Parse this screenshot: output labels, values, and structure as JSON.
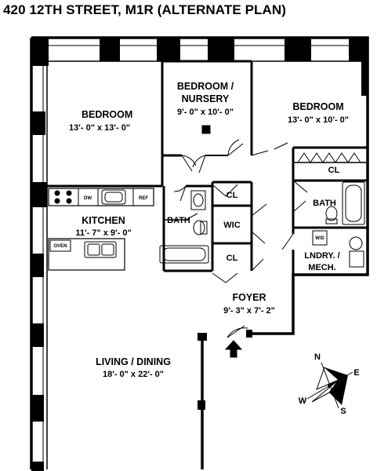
{
  "header": {
    "title": "420 12TH STREET, M1R (ALTERNATE PLAN)"
  },
  "rooms": {
    "bedroom_left": {
      "name": "BEDROOM",
      "dims": "13'- 0\" x 13'- 0\""
    },
    "nursery": {
      "name_line1": "BEDROOM /",
      "name_line2": "NURSERY",
      "dims": "9'- 0\" x 10'- 0\""
    },
    "bedroom_right": {
      "name": "BEDROOM",
      "dims": "13'- 0\" x 10'- 0\""
    },
    "kitchen": {
      "name": "KITCHEN",
      "dims": "11'- 7\" x 9'- 0\""
    },
    "foyer": {
      "name": "FOYER",
      "dims": "9'- 3\" x 7'- 2\""
    },
    "living": {
      "name": "LIVING / DINING",
      "dims": "18'- 0\" x 22'- 0\""
    },
    "bath_center": {
      "name": "BATH"
    },
    "bath_right": {
      "name": "BATH"
    },
    "laundry": {
      "name_line1": "LNDRY. /",
      "name_line2": "MECH."
    }
  },
  "closets": {
    "cl_top": "CL",
    "cl_bottom": "CL",
    "cl_right": "CL",
    "wic": "WIC"
  },
  "appliances": {
    "dishwasher": "DW",
    "refrigerator": "REF",
    "oven": "OVEN",
    "washer_dryer": "W/D"
  },
  "compass": {
    "north": "N",
    "south": "S",
    "east": "E",
    "west": "W"
  }
}
